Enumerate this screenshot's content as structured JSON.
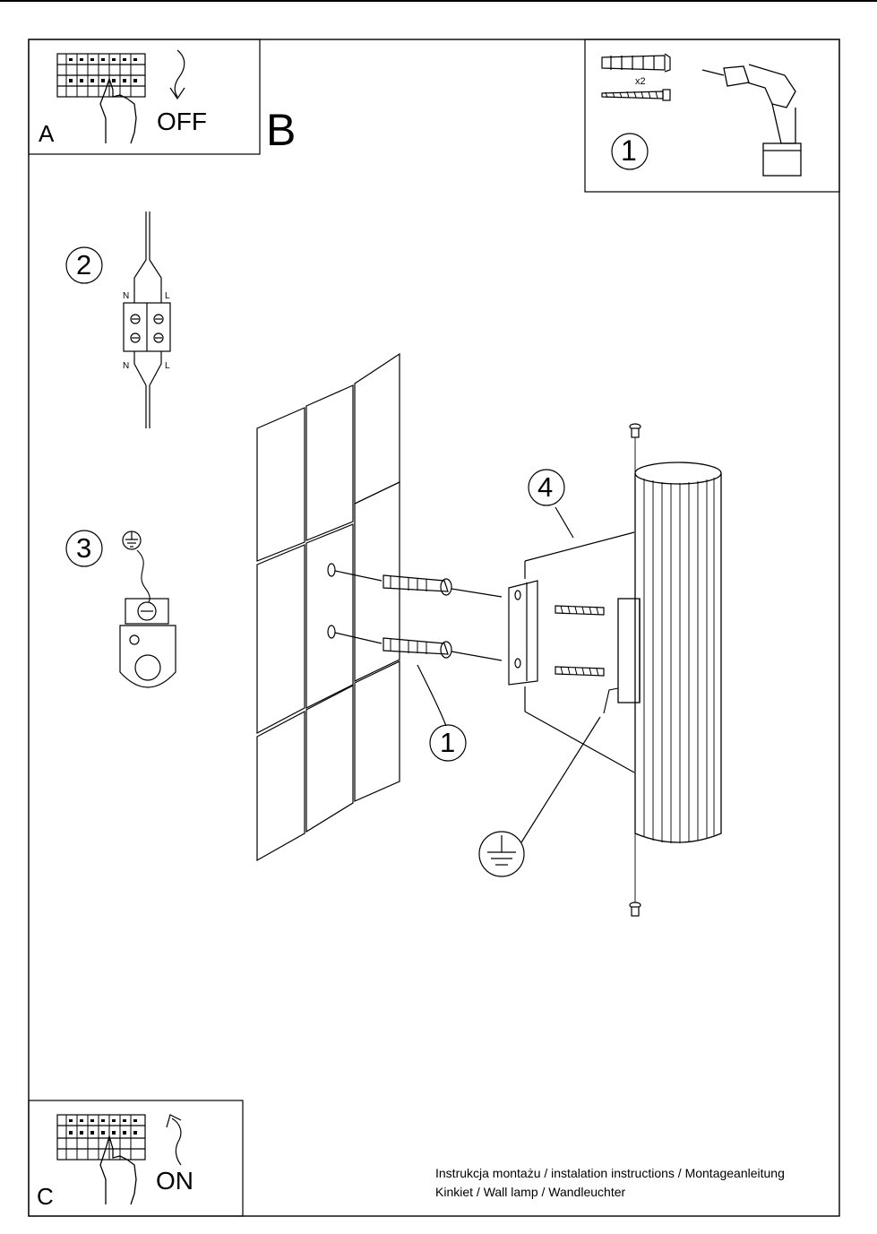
{
  "panels": {
    "a": {
      "letter": "A",
      "state": "OFF"
    },
    "b": {
      "letter": "B"
    },
    "c": {
      "letter": "C",
      "state": "ON"
    }
  },
  "tools": {
    "step": "1",
    "quantity": "x2"
  },
  "steps": {
    "wiring": {
      "number": "2",
      "neutral": "N",
      "live": "L"
    },
    "earth": {
      "number": "3"
    }
  },
  "callouts": {
    "dowels": "1",
    "bracket": "4"
  },
  "footer": {
    "line1": "Instrukcja montażu / instalation instructions / Montageanleitung",
    "line2": "Kinkiet / Wall lamp / Wandleuchter"
  },
  "icons": [
    "breaker-panel-icon",
    "hand-icon",
    "arrow-down-icon",
    "arrow-up-icon",
    "wall-plug-icon",
    "screw-icon",
    "drill-icon",
    "terminal-block-icon",
    "earth-symbol-icon",
    "bracket-icon",
    "lamp-icon"
  ]
}
